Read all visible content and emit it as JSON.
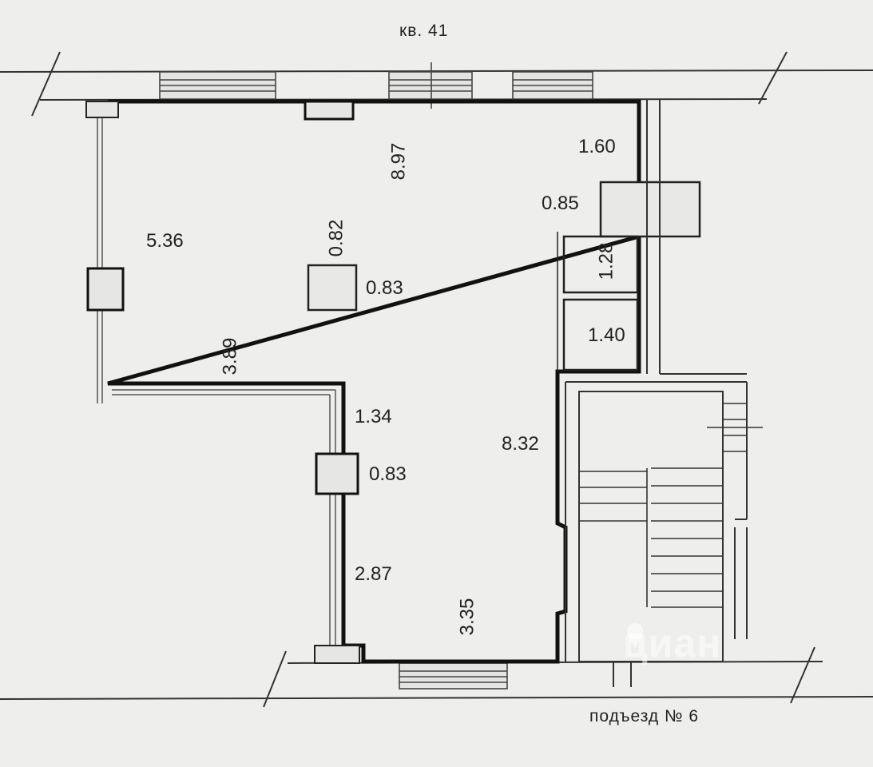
{
  "header": {
    "apartment": "кв. 41"
  },
  "footer": {
    "entrance": "подъезд № 6"
  },
  "dimensions": {
    "top_wall": "8.97",
    "right_top": "1.60",
    "step": "0.85",
    "left_wall": "5.36",
    "column_height": "0.82",
    "column_width": "0.83",
    "storage_upper": "1.28",
    "storage_lower": "1.40",
    "inner_horizontal": "3.89",
    "inner_upper": "1.34",
    "inner_column": "0.83",
    "right_long": "8.32",
    "inner_lower": "2.87",
    "bottom_wall": "3.35"
  },
  "watermark": {
    "brand": "циан",
    "icon": "map-pin-icon"
  }
}
